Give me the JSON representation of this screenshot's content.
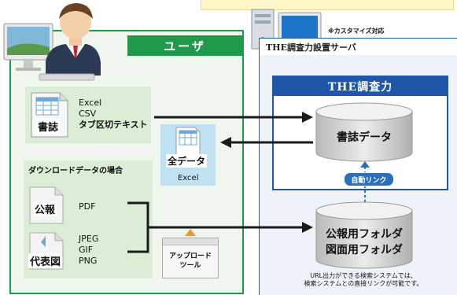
{
  "user_panel": {
    "title": "ユーザ"
  },
  "server": {
    "custom_note": "※カスタマイズ対応",
    "title": "THE調査力設置サーバ",
    "tool_title": "THE調査力",
    "db1_label": "書誌データ",
    "link_badge": "自動リンク",
    "db2_line1": "公報用フォルダ",
    "db2_line2": "図面用フォルダ",
    "url_note_line1": "URL出力ができる検索システムでは、",
    "url_note_line2": "検索システムとの直接リンクが可能です。"
  },
  "shoshi_doc": {
    "label": "書誌",
    "formats": [
      "Excel",
      "CSV",
      "タブ区切テキスト"
    ]
  },
  "all_data": {
    "label": "全データ",
    "format": "Excel"
  },
  "download": {
    "heading": "ダウンロードデータの場合",
    "kouhou": {
      "label": "公報",
      "format": "PDF"
    },
    "daihyouzu": {
      "label": "代表図",
      "formats": [
        "JPEG",
        "GIF",
        "PNG"
      ]
    }
  },
  "upload_tool": {
    "line1": "アップロード",
    "line2": "ツール"
  },
  "colors": {
    "user_green": "#1f9a4a",
    "server_blue": "#1e57a8",
    "light_green": "#dbeed5"
  }
}
